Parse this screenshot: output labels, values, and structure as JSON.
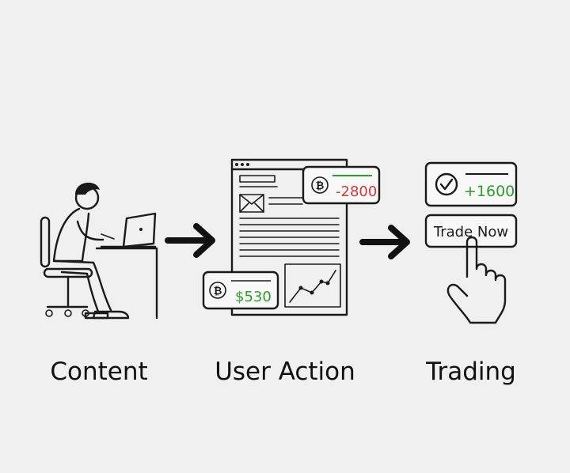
{
  "steps": [
    {
      "label": "Content"
    },
    {
      "label": "User Action"
    },
    {
      "label": "Trading"
    }
  ],
  "user_action": {
    "coin_symbol": "₿",
    "loss_value": "-2800",
    "gain_value": "$530"
  },
  "trading": {
    "gain_value": "+1600",
    "cta_label": "Trade Now"
  },
  "colors": {
    "background": "#f0f0f0",
    "ink": "#1a1a1a",
    "positive": "#2e9e2e",
    "negative": "#d23a3a"
  },
  "icons": [
    "person-at-laptop-icon",
    "arrow-right-icon",
    "webpage-icon",
    "bitcoin-icon",
    "line-chart-icon",
    "checkmark-icon",
    "pointing-hand-icon"
  ]
}
